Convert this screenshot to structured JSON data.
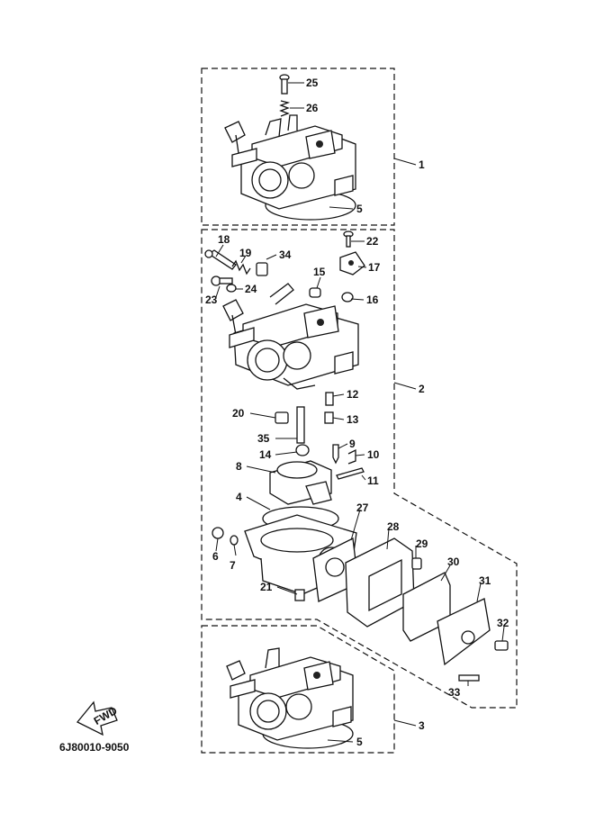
{
  "diagram_code": "6J80010-9050",
  "fwd_label": "FWD",
  "callouts": {
    "c1": "1",
    "c2": "2",
    "c3": "3",
    "c4": "4",
    "c5a": "5",
    "c5b": "5",
    "c6": "6",
    "c7": "7",
    "c8": "8",
    "c9": "9",
    "c10": "10",
    "c11": "11",
    "c12": "12",
    "c13": "13",
    "c14": "14",
    "c15": "15",
    "c16": "16",
    "c17": "17",
    "c18": "18",
    "c19": "19",
    "c20": "20",
    "c21": "21",
    "c22": "22",
    "c23": "23",
    "c24": "24",
    "c25": "25",
    "c26": "26",
    "c27": "27",
    "c28": "28",
    "c29": "29",
    "c30": "30",
    "c31": "31",
    "c32": "32",
    "c33": "33",
    "c34": "34",
    "c35": "35"
  }
}
